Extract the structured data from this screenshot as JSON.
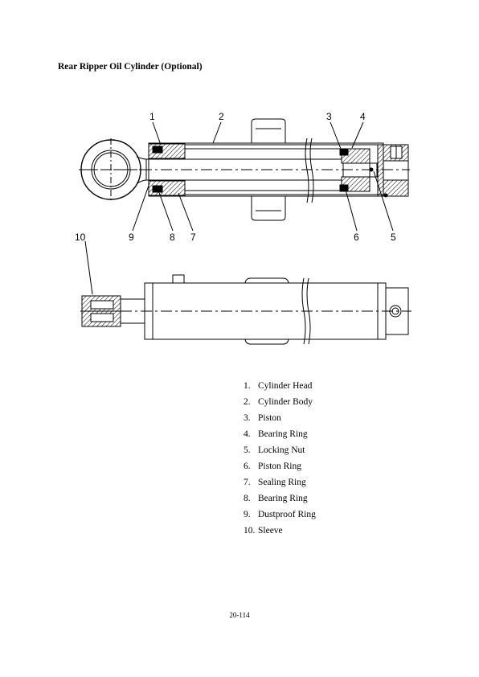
{
  "page": {
    "title": "Rear Ripper Oil Cylinder (Optional)",
    "page_number": "20-114"
  },
  "figure": {
    "callouts": {
      "c1": "1",
      "c2": "2",
      "c3": "3",
      "c4": "4",
      "c5": "5",
      "c6": "6",
      "c7": "7",
      "c8": "8",
      "c9": "9",
      "c10": "10"
    }
  },
  "legend": [
    {
      "num": "1.",
      "text": "Cylinder Head"
    },
    {
      "num": "2.",
      "text": "Cylinder Body"
    },
    {
      "num": "3.",
      "text": "Piston"
    },
    {
      "num": "4.",
      "text": "Bearing Ring"
    },
    {
      "num": "5.",
      "text": "Locking Nut"
    },
    {
      "num": "6.",
      "text": "Piston Ring"
    },
    {
      "num": "7.",
      "text": "Sealing Ring"
    },
    {
      "num": "8.",
      "text": "Bearing Ring"
    },
    {
      "num": "9.",
      "text": "Dustproof Ring"
    },
    {
      "num": "10.",
      "text": "Sleeve"
    }
  ]
}
